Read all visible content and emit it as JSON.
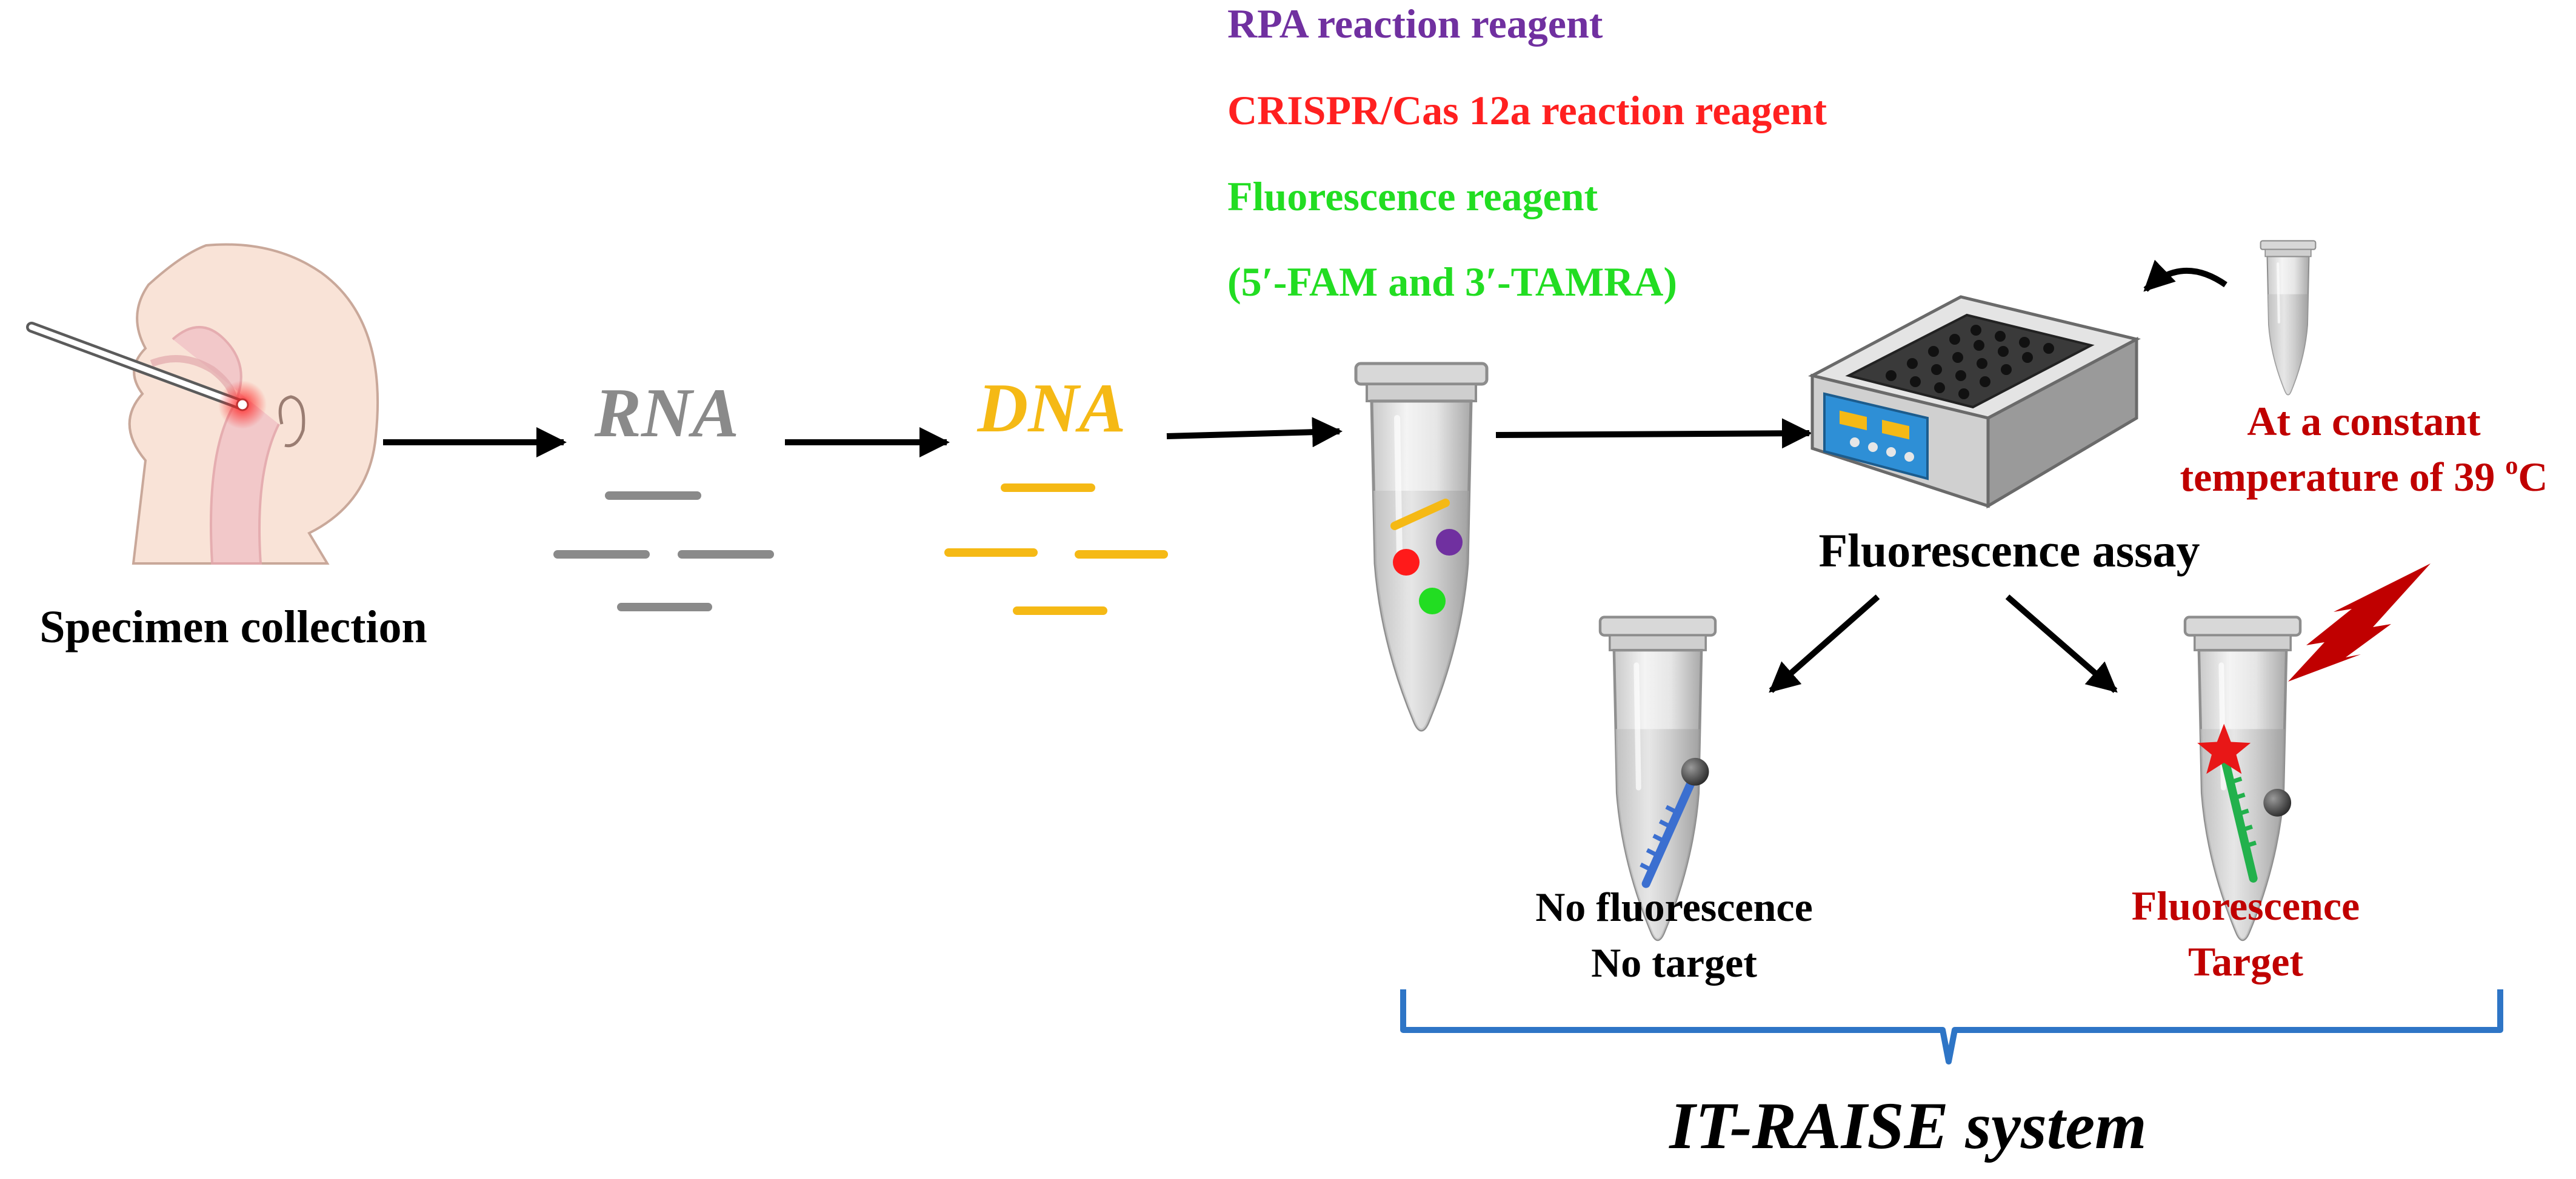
{
  "specimen": {
    "label": "Specimen collection"
  },
  "rna": {
    "label": "RNA"
  },
  "dna": {
    "label": "DNA"
  },
  "reagents": {
    "rpa": "RPA reaction reagent",
    "crispr": "CRISPR/Cas 12a reaction reagent",
    "fluorescence": "Fluorescence reagent",
    "probes": "(5′-FAM and 3′-TAMRA)"
  },
  "assay": {
    "label": "Fluorescence assay",
    "constant_line1": "At a constant",
    "constant_line2_prefix": "temperature of 39 ",
    "constant_sup": "o",
    "constant_unit": "C"
  },
  "results": {
    "negative_line1": "No fluorescence",
    "negative_line2": "No target",
    "positive_line1": "Fluorescence",
    "positive_line2": "Target"
  },
  "system": {
    "label": "IT-RAISE system"
  },
  "colors": {
    "arrow": "#000000",
    "rna": "#8a8a8a",
    "dna": "#f5b915",
    "rpa": "#7030a0",
    "crispr": "#ff2020",
    "fluorescence_reagent": "#22dd22",
    "result_positive": "#c00000",
    "brace": "#2e75c6",
    "skin": "#f9e3d7"
  },
  "icons": {
    "head": "head-with-nasal-swab-icon",
    "tube": "microcentrifuge-tube-icon",
    "heater": "dry-bath-incubator-icon",
    "lightning": "lightning-bolt-icon",
    "star": "fluorophore-star-icon"
  }
}
